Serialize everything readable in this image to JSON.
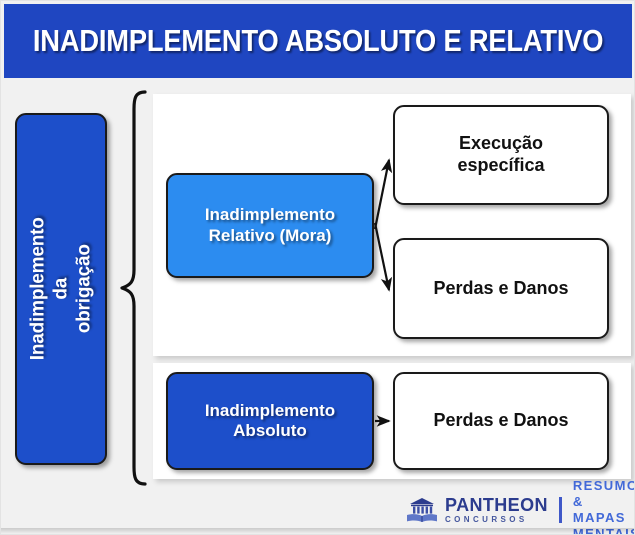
{
  "header": {
    "title": "INADIMPLEMENTO ABSOLUTO E RELATIVO",
    "background_color": "#1f46c1",
    "text_color": "#ffffff"
  },
  "canvas": {
    "background_color": "#f1f1f1",
    "panel_color": "#ffffff"
  },
  "colors": {
    "blue_dark": "#1d4fca",
    "blue_light": "#2c8cf0",
    "outline": "#1a1a1a",
    "logo_navy": "#2c3c8e",
    "logo_blue": "#4269d8"
  },
  "diagram": {
    "root": {
      "label": "Inadimplemento da\nobrigação",
      "style": "blue-dark",
      "orientation": "vertical"
    },
    "brace_icon": "curly-brace-icon",
    "branches": [
      {
        "id": "relativo",
        "label": "Inadimplemento\nRelativo (Mora)",
        "style": "blue-light",
        "consequences": [
          {
            "id": "execucao-especifica",
            "label": "Execução\nespecífica",
            "style": "white"
          },
          {
            "id": "perdas-e-danos-1",
            "label": "Perdas e Danos",
            "style": "white"
          }
        ]
      },
      {
        "id": "absoluto",
        "label": "Inadimplemento\nAbsoluto",
        "style": "blue-dark",
        "consequences": [
          {
            "id": "perdas-e-danos-2",
            "label": "Perdas e Danos",
            "style": "white"
          }
        ]
      }
    ]
  },
  "footer": {
    "logo_icon": "pantheon-temple-book-icon",
    "brand_name": "PANTHEON",
    "brand_sub": "CONCURSOS",
    "tagline_line1": "RESUMOS &",
    "tagline_line2": "MAPAS MENTAIS"
  }
}
